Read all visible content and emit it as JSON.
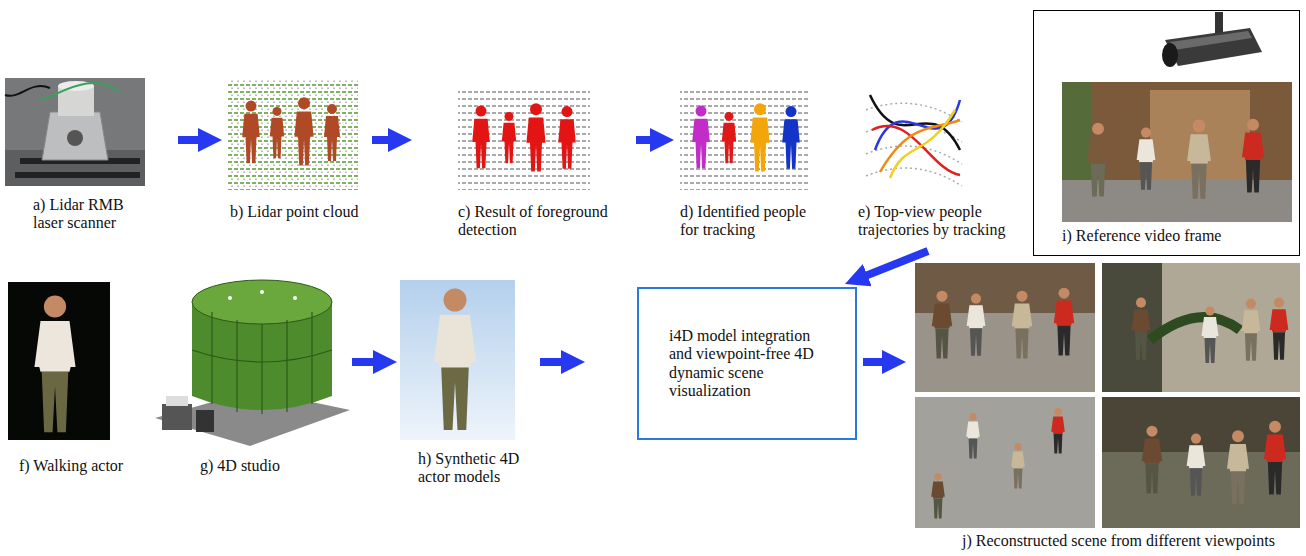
{
  "diagram": {
    "nodes": [
      {
        "text": [
          "a) Lidar RMB laser scanner"
        ]
      },
      {
        "text": [
          "b) Lidar point cloud"
        ]
      },
      {
        "text": [
          "c) Result of foreground detection"
        ]
      },
      {
        "text": [
          "d) Identified people for tracking"
        ]
      },
      {
        "text": [
          "e) Top-view people trajectories by tracking"
        ]
      },
      {
        "text": [
          "i) Reference video frame"
        ]
      },
      {
        "text": [
          "f) Walking actor"
        ]
      },
      {
        "text": [
          "g) 4D studio"
        ]
      },
      {
        "text": [
          "h) Synthetic 4D actor models"
        ]
      },
      {
        "text": [
          "i4D model integration and viewpoint-free 4D dynamic scene visualization"
        ]
      },
      {
        "text": [
          "j) Reconstructed scene from different viewpoints"
        ]
      }
    ],
    "edges": [
      {
        "from": 0,
        "to": 1,
        "arrow": "to"
      },
      {
        "from": 1,
        "to": 2,
        "arrow": "to"
      },
      {
        "from": 2,
        "to": 3,
        "arrow": "to"
      },
      {
        "from": 4,
        "to": 9,
        "arrow": "to"
      },
      {
        "from": 7,
        "to": 8,
        "arrow": "to"
      },
      {
        "from": 8,
        "to": 9,
        "arrow": "to"
      },
      {
        "from": 9,
        "to": 10,
        "arrow": "to"
      }
    ]
  }
}
